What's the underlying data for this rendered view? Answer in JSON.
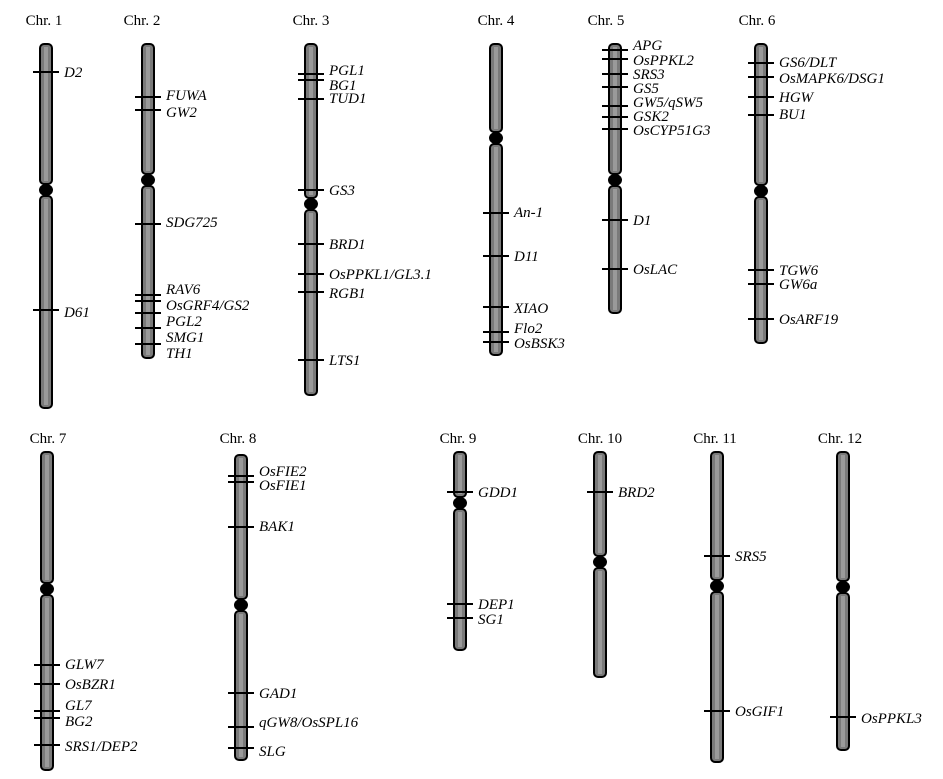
{
  "colors": {
    "bar_fill": "#7a7a7a",
    "bar_highlight": "#9a9a9a",
    "outline": "#000000",
    "centromere": "#000000"
  },
  "chromosomes": [
    {
      "title": "Chr. 1",
      "genes": [
        "D2",
        "D61"
      ]
    },
    {
      "title": "Chr. 2",
      "genes": [
        "FUWA",
        "GW2",
        "SDG725",
        "RAV6",
        "OsGRF4/GS2",
        "PGL2",
        "SMG1",
        "TH1"
      ]
    },
    {
      "title": "Chr. 3",
      "genes": [
        "PGL1",
        "BG1",
        "TUD1",
        "GS3",
        "BRD1",
        "OsPPKL1/GL3.1",
        "RGB1",
        "LTS1"
      ]
    },
    {
      "title": "Chr. 4",
      "genes": [
        "An-1",
        "D11",
        "XIAO",
        "Flo2",
        "OsBSK3"
      ]
    },
    {
      "title": "Chr. 5",
      "genes": [
        "APG",
        "OsPPKL2",
        "SRS3",
        "GS5",
        "GW5/qSW5",
        "GSK2",
        "OsCYP51G3",
        "D1",
        "OsLAC"
      ]
    },
    {
      "title": "Chr. 6",
      "genes": [
        "GS6/DLT",
        "OsMAPK6/DSG1",
        "HGW",
        "BU1",
        "TGW6",
        "GW6a",
        "OsARF19"
      ]
    },
    {
      "title": "Chr. 7",
      "genes": [
        "GLW7",
        "OsBZR1",
        "GL7",
        "BG2",
        "SRS1/DEP2"
      ]
    },
    {
      "title": "Chr. 8",
      "genes": [
        "OsFIE2",
        "OsFIE1",
        "BAK1",
        "GAD1",
        "qGW8/OsSPL16",
        "SLG"
      ]
    },
    {
      "title": "Chr. 9",
      "genes": [
        "GDD1",
        "DEP1",
        "SG1"
      ]
    },
    {
      "title": "Chr. 10",
      "genes": [
        "BRD2"
      ]
    },
    {
      "title": "Chr. 11",
      "genes": [
        "SRS5",
        "OsGIF1"
      ]
    },
    {
      "title": "Chr. 12",
      "genes": [
        "OsPPKL3"
      ]
    }
  ]
}
